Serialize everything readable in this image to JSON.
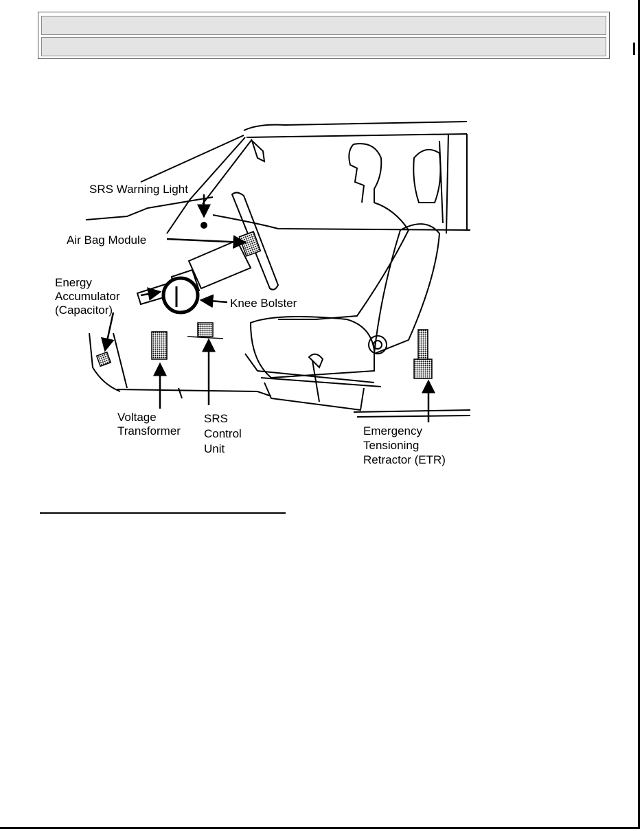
{
  "header": {
    "title": "",
    "subtitle": ""
  },
  "diagram": {
    "labels": {
      "srs_warning_light": "SRS Warning Light",
      "air_bag_module": "Air Bag Module",
      "energy_accumulator": [
        "Energy",
        "Accumulator",
        "(Capacitor)"
      ],
      "knee_bolster": "Knee Bolster",
      "voltage_transformer": [
        "Voltage",
        "Transformer"
      ],
      "srs_control_unit": [
        "SRS",
        "Control",
        "Unit"
      ],
      "etr": [
        "Emergency",
        "Tensioning",
        "Retractor (ETR)"
      ]
    }
  }
}
